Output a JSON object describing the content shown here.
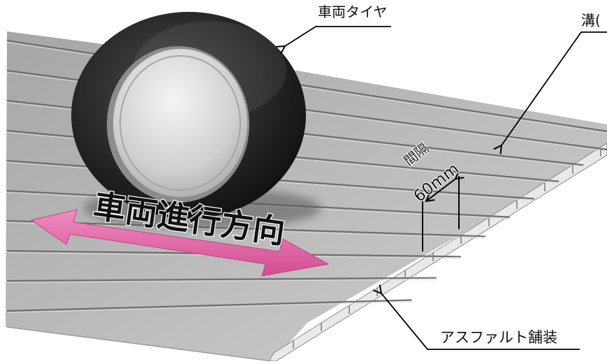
{
  "labels": {
    "tire": "車両タイヤ",
    "groove": "溝(",
    "spacing_word": "間隔",
    "spacing_value": "60mm",
    "direction": "車両進行方向",
    "pavement": "アスファルト舗装"
  },
  "colors": {
    "surface": "#b3b3b3",
    "surface_edge": "#e6e6e6",
    "groove": "#6f6f6f",
    "tire": "#1f1f1f",
    "wheel": "#c9c9c9",
    "arrow": "#e26aa8",
    "line": "#000000"
  },
  "icons": {
    "direction_arrow": "double-headed-arrow",
    "leader": "callout-arrow"
  }
}
